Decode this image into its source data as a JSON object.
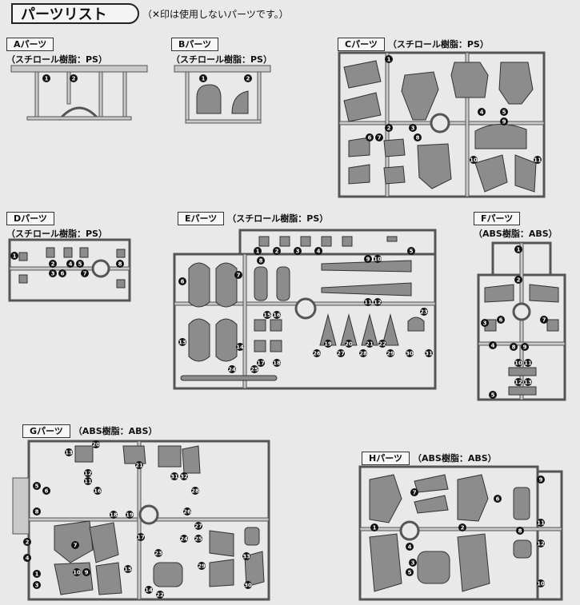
{
  "header": {
    "title": "パーツリスト",
    "note": "（✕印は使用しないパーツです。）"
  },
  "sections": {
    "A": {
      "label": "Aパーツ",
      "material": "（スチロール樹脂：PS）",
      "numbers": [
        "1",
        "2"
      ]
    },
    "B": {
      "label": "Bパーツ",
      "material": "（スチロール樹脂：PS）",
      "numbers": [
        "1",
        "2"
      ]
    },
    "C": {
      "label": "Cパーツ",
      "material": "（スチロール樹脂：PS）",
      "numbers": [
        "1",
        "2",
        "3",
        "4",
        "5",
        "6",
        "7",
        "8",
        "9",
        "10",
        "11"
      ]
    },
    "D": {
      "label": "Dパーツ",
      "material": "（スチロール樹脂：PS）",
      "numbers": [
        "1",
        "2",
        "3",
        "4",
        "5",
        "6",
        "7",
        "8"
      ]
    },
    "E": {
      "label": "Eパーツ",
      "material": "（スチロール樹脂：PS）",
      "numbers": [
        "1",
        "2",
        "3",
        "4",
        "5",
        "6",
        "7",
        "8",
        "9",
        "10",
        "11",
        "12",
        "13",
        "14",
        "15",
        "16",
        "17",
        "18",
        "19",
        "20",
        "21",
        "22",
        "23",
        "24",
        "25",
        "26",
        "27",
        "28",
        "29",
        "30",
        "31"
      ]
    },
    "F": {
      "label": "Fパーツ",
      "material": "（ABS樹脂：ABS）",
      "numbers": [
        "1",
        "2",
        "3",
        "4",
        "5",
        "6",
        "7",
        "8",
        "9",
        "10",
        "11",
        "12",
        "13"
      ]
    },
    "G": {
      "label": "Gパーツ",
      "material": "（ABS樹脂：ABS）",
      "numbers": [
        "1",
        "2",
        "3",
        "4",
        "5",
        "6",
        "7",
        "8",
        "9",
        "10",
        "11",
        "12",
        "13",
        "14",
        "15",
        "16",
        "17",
        "18",
        "19",
        "20",
        "21",
        "22",
        "23",
        "24",
        "25",
        "26",
        "27",
        "28",
        "29",
        "30",
        "31",
        "32",
        "33"
      ]
    },
    "H": {
      "label": "Hパーツ",
      "material": "（ABS樹脂：ABS）",
      "numbers": [
        "1",
        "2",
        "3",
        "4",
        "5",
        "6",
        "7",
        "8",
        "9",
        "10",
        "11",
        "12"
      ]
    }
  },
  "colors": {
    "background": "#e9e9e9",
    "runner_fill": "#c9c9c9",
    "runner_stroke": "#555555",
    "part_fill": "#8c8c8c",
    "part_stroke": "#333333"
  }
}
